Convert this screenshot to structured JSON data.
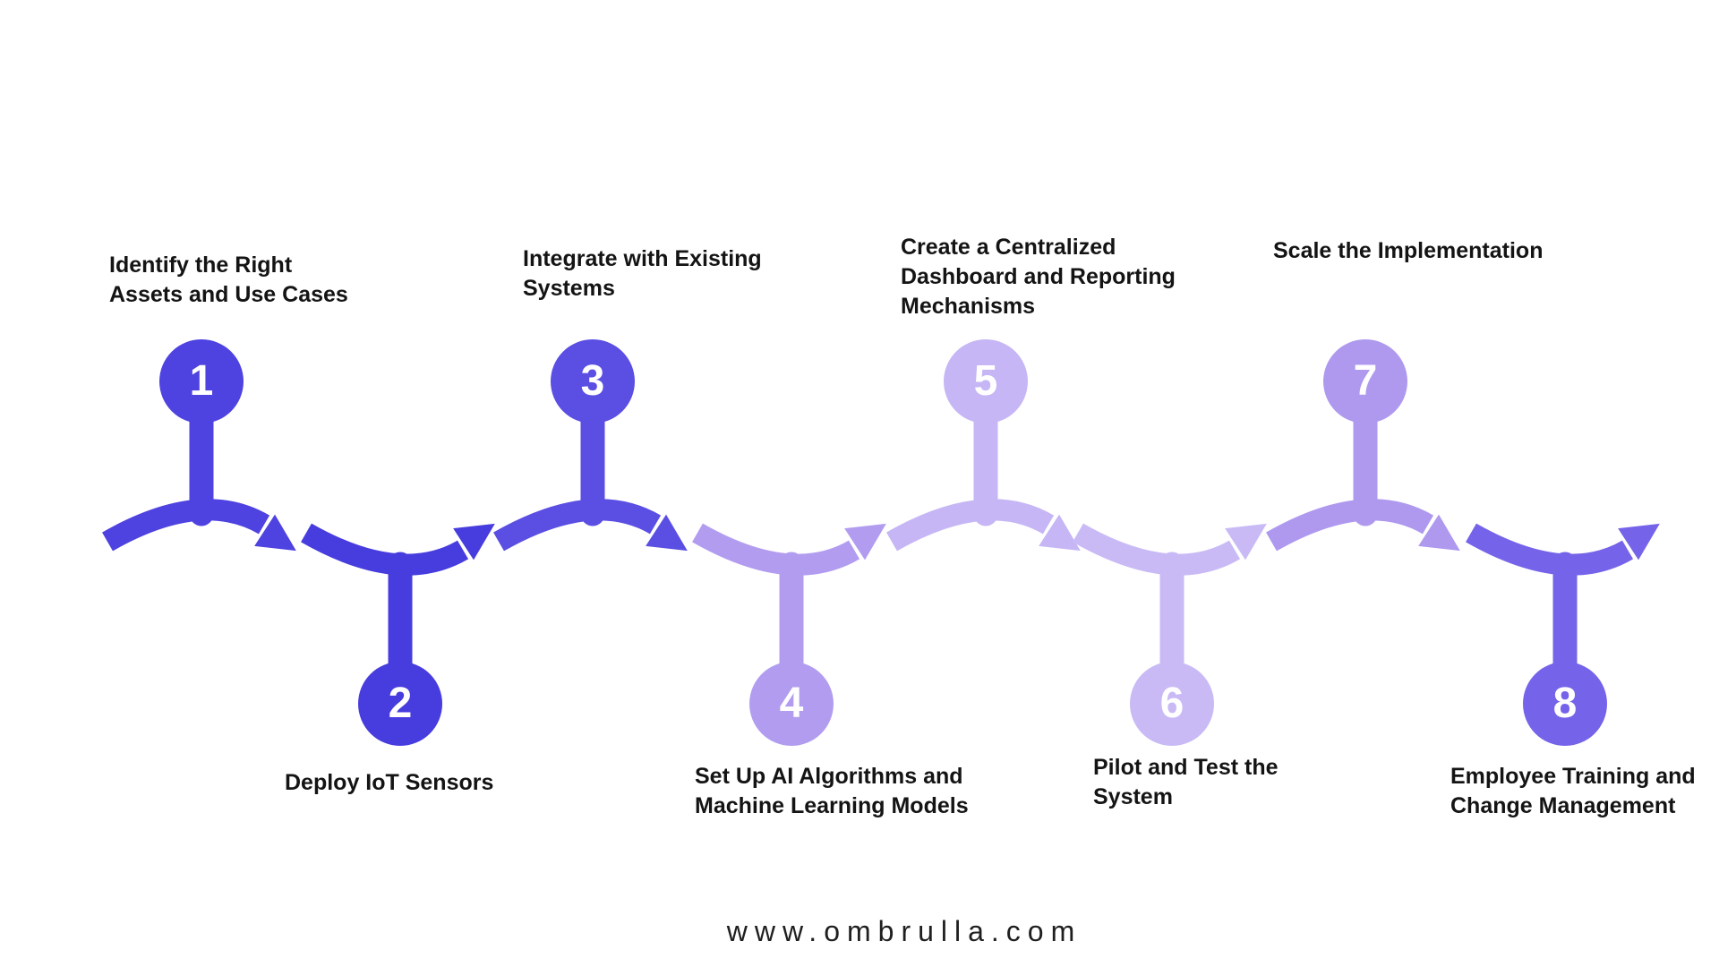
{
  "brand": {
    "website": "www.ombrulla.com"
  },
  "diagram": {
    "title_implied": "8-step process flow",
    "number_text_color": "#FFFFFF",
    "label_text_color": "#141414",
    "icons": {
      "arrowhead": "right-pointing-triangle"
    },
    "steps": [
      {
        "number": "1",
        "label": "Identify the Right\nAssets and Use Cases",
        "color": "#4E42E0"
      },
      {
        "number": "2",
        "label": "Deploy IoT Sensors",
        "color": "#473CDE"
      },
      {
        "number": "3",
        "label": "Integrate with Existing\nSystems",
        "color": "#5A4EE3"
      },
      {
        "number": "4",
        "label": "Set Up AI Algorithms and\nMachine Learning Models",
        "color": "#B29CF0"
      },
      {
        "number": "5",
        "label": "Create a Centralized\nDashboard and Reporting\nMechanisms",
        "color": "#C6B6F5"
      },
      {
        "number": "6",
        "label": "Pilot and Test the\nSystem",
        "color": "#C9BAF6"
      },
      {
        "number": "7",
        "label": "Scale the Implementation",
        "color": "#AE99EF"
      },
      {
        "number": "8",
        "label": "Employee Training and\nChange Management",
        "color": "#7563E9"
      }
    ]
  }
}
